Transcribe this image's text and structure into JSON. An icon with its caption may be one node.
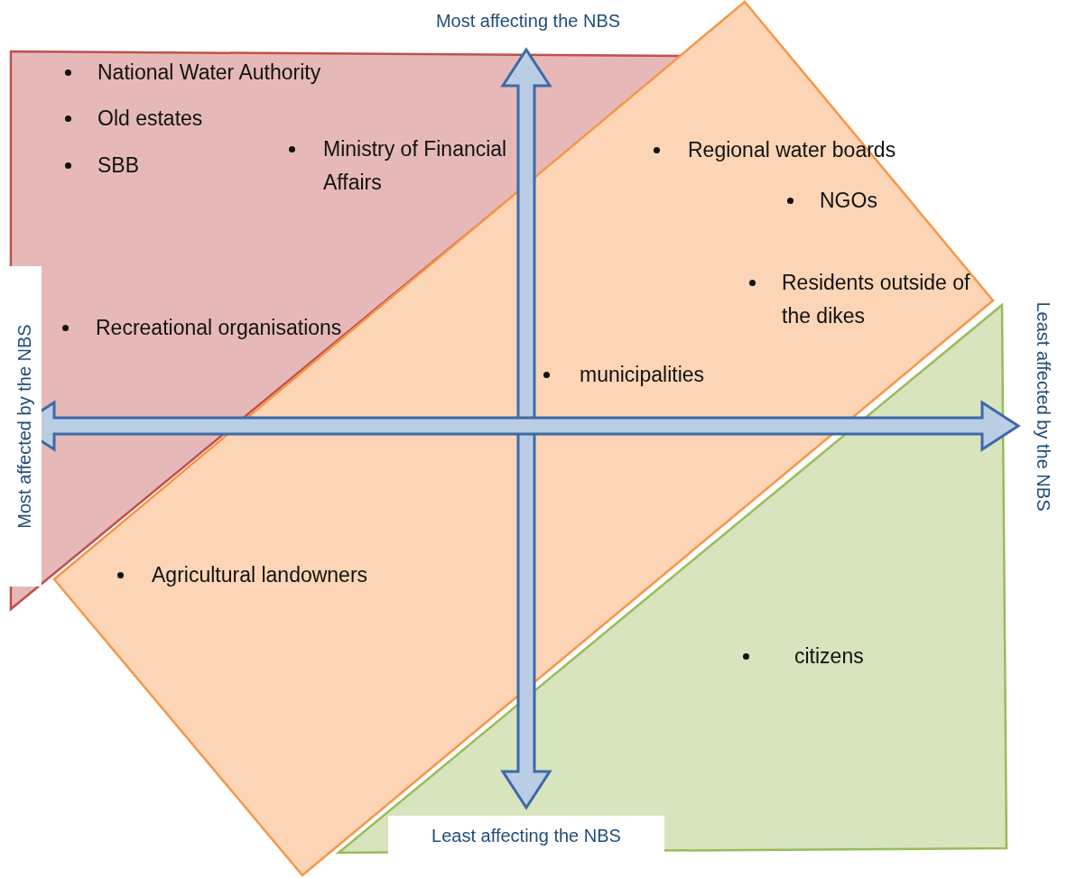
{
  "diagram": {
    "labels": [
      "Most affecting the NBS",
      "National Water Authority",
      "Old estates",
      "Ministry of Financial Affairs",
      "Regional water boards",
      "SBB",
      "NGOs",
      "Residents outside of the dikes",
      "Most affected by the NBS",
      "Least affected by the NBS",
      "Recreational organisations",
      "municipalities",
      "Agricultural landowners",
      "citizens",
      "Least affecting the NBS"
    ]
  }
}
